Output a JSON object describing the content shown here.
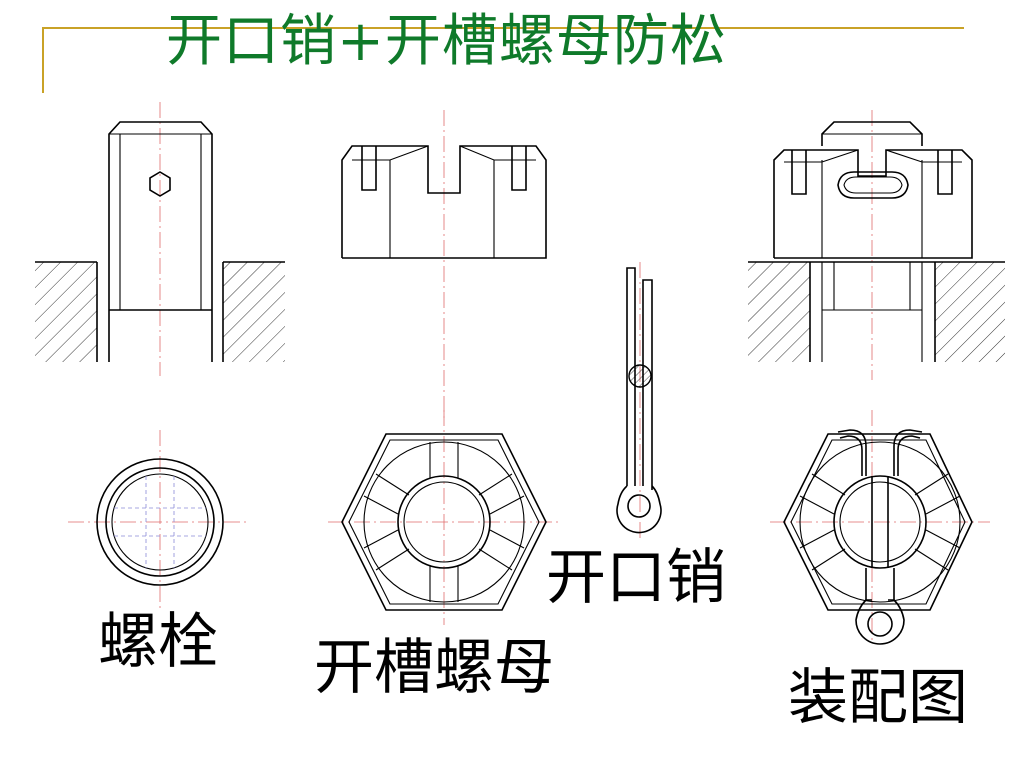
{
  "title": "开口销+开槽螺母防松",
  "labels": {
    "bolt": "螺栓",
    "slotted_nut": "开槽螺母",
    "cotter_pin": "开口销",
    "assembly": "装配图"
  },
  "colors": {
    "title": "#0f7a2a",
    "frame": "#c9a227",
    "center_line": "#e06b6b",
    "hidden_line": "#8a8ad8"
  }
}
